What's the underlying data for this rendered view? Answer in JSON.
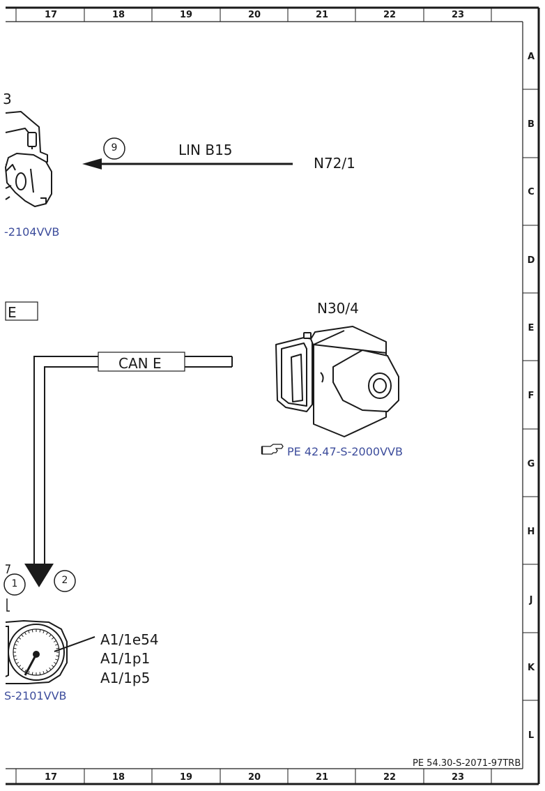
{
  "frame": {
    "columns_top": [
      "17",
      "18",
      "19",
      "20",
      "21",
      "22",
      "23"
    ],
    "columns_bottom": [
      "17",
      "18",
      "19",
      "20",
      "21",
      "22",
      "23"
    ],
    "rows": [
      "A",
      "B",
      "C",
      "D",
      "E",
      "F",
      "G",
      "H",
      "J",
      "K",
      "L"
    ],
    "doc_id": "PE 54.30-S-2071-97TRB"
  },
  "top_left": {
    "partial_letter": "3",
    "ref": "-2104VVB"
  },
  "lin": {
    "bubble": "9",
    "label": "LIN B15",
    "target": "N72/1"
  },
  "box_e": {
    "label": "E"
  },
  "can": {
    "label": "CAN E"
  },
  "abs_unit": {
    "name": "N30/4",
    "ref": "PE 42.47-S-2000VVB",
    "ref_icon": "pointing-hand-icon"
  },
  "bottom_left": {
    "bubble1": "1",
    "bubble2": "2",
    "labels": [
      "A1/1e54",
      "A1/1p1",
      "A1/1p5"
    ],
    "ref": "S-2101VVB"
  },
  "colors": {
    "line": "#1a1a1a",
    "ref": "#3d4d9c"
  }
}
